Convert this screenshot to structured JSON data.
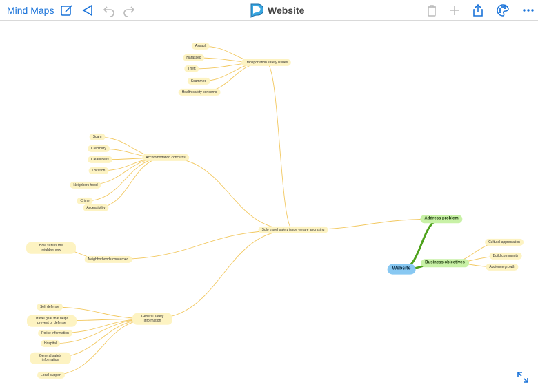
{
  "toolbar": {
    "back_label": "Mind Maps",
    "title": "Website",
    "icons": [
      "compose-icon",
      "navigate-icon",
      "undo-icon",
      "redo-icon",
      "app-logo-icon",
      "trash-icon",
      "add-icon",
      "share-icon",
      "palette-icon",
      "more-icon"
    ],
    "accent_color": "#1a73d9"
  },
  "mindmap": {
    "root": "Website",
    "address_problem": "Address problem",
    "business_objectives": "Business objectives",
    "business_children": [
      "Cultural appreciation",
      "Build community",
      "Audience growth"
    ],
    "main_issue": "Solo travel safety issue we are andrssing",
    "transportation": "Transportation safety issues",
    "transportation_children": [
      "Assault",
      "Harassed",
      "Theft",
      "Scammed",
      "Health safety concerns"
    ],
    "accommodation": "Accommodation concerns",
    "accommodation_children": [
      "Scam",
      "Credibility",
      "Cleanliness",
      "Location",
      "Neighbors hood",
      "Crime",
      "Accessibility"
    ],
    "neighborhoods": "Neighborhoods concerned",
    "neighborhoods_children": [
      "How safe is the neighborhood"
    ],
    "general_info": "General safety information",
    "general_info_children": [
      "Self defense",
      "Travel gear that helps prevent or defense",
      "Police information",
      "Hospital",
      "General safety information",
      "Local support"
    ],
    "colors": {
      "topic": "#fdf3c2",
      "green": "#c8f1a6",
      "root": "#88c8f2",
      "line_yellow": "#f2c860",
      "line_green": "#4ea21c"
    }
  }
}
